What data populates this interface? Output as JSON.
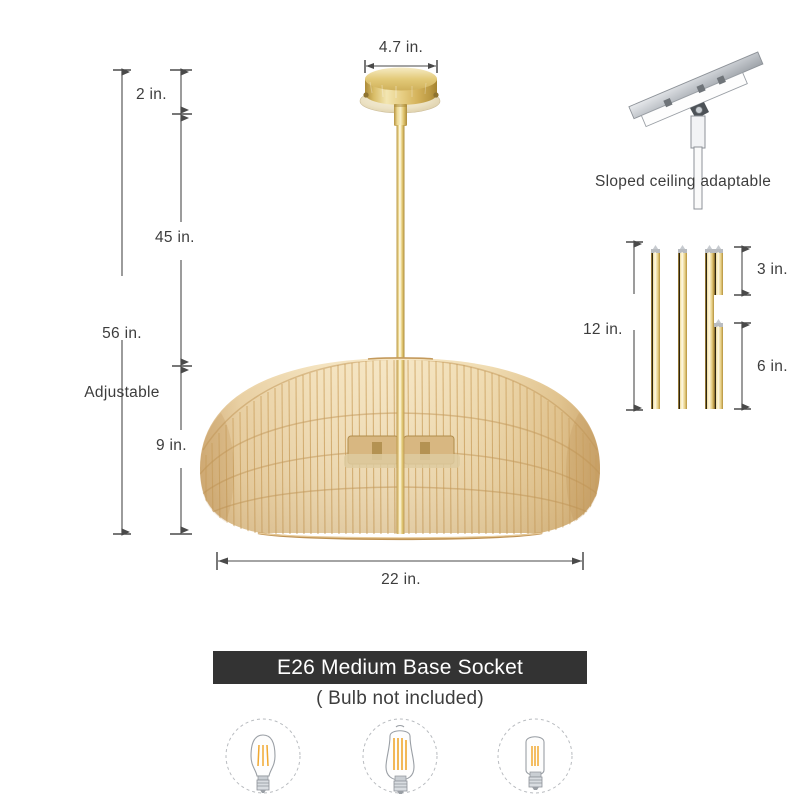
{
  "product": {
    "type": "rattan-woven-dome-pendant-light",
    "finish_colors": {
      "rattan_light": "#f2ddb6",
      "rattan_mid": "#e5c693",
      "rattan_dark": "#cfa768",
      "gold_light": "#f0e0a8",
      "gold_mid": "#d5b558",
      "gold_dark": "#b3903c",
      "dimension_line": "#4a4a4a",
      "banner_bg": "#333333",
      "metal_gray": "#b9bcc0"
    }
  },
  "dimensions": {
    "overall": {
      "value": "56 in.",
      "note": "Adjustable",
      "label": "56 in.\nAdjustable"
    },
    "canopy_to_rod": {
      "value": "2 in."
    },
    "rod_length": {
      "value": "45 in."
    },
    "shade_height": {
      "value": "9 in."
    },
    "canopy_diameter": {
      "value": "4.7 in."
    },
    "shade_diameter": {
      "value": "22 in."
    }
  },
  "sloped_ceiling": {
    "caption": "Sloped ceiling adaptable"
  },
  "downrods": {
    "total_label": "12 in.",
    "rods": [
      {
        "label": "12 in.",
        "length_in": 12,
        "count": 3,
        "dimension_shown": true
      },
      {
        "label": "3 in.",
        "length_in": 3,
        "count": 1,
        "dimension_shown": true
      },
      {
        "label": "6 in.",
        "length_in": 6,
        "count": 1,
        "dimension_shown": true
      }
    ],
    "short_rod_label": "3 in.",
    "medium_rod_label": "6 in."
  },
  "socket": {
    "banner_text": "E26 Medium Base Socket",
    "note": "( Bulb not included)"
  },
  "bulbs": [
    {
      "name": "a19-bulb",
      "shape": "pear"
    },
    {
      "name": "st64-edison-bulb",
      "shape": "edison"
    },
    {
      "name": "t45-tube-bulb",
      "shape": "tube"
    }
  ]
}
